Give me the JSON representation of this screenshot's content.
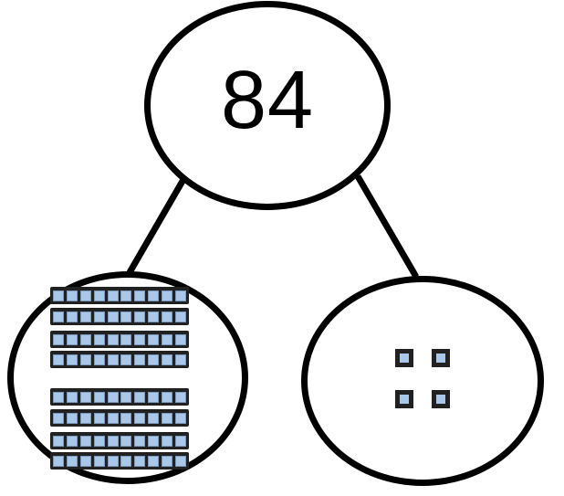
{
  "diagram": {
    "type": "number-bond",
    "whole": {
      "value": "84"
    },
    "parts": [
      {
        "name": "tens",
        "representation": "base-ten-rods",
        "rod_count": 8,
        "squares_per_rod": 10,
        "value": 80
      },
      {
        "name": "ones",
        "representation": "unit-squares",
        "unit_count": 4,
        "grid_columns": 2,
        "value": 4
      }
    ],
    "colors": {
      "outline": "#000000",
      "block_fill": "#a9c7e8",
      "block_border": "#212121"
    }
  }
}
